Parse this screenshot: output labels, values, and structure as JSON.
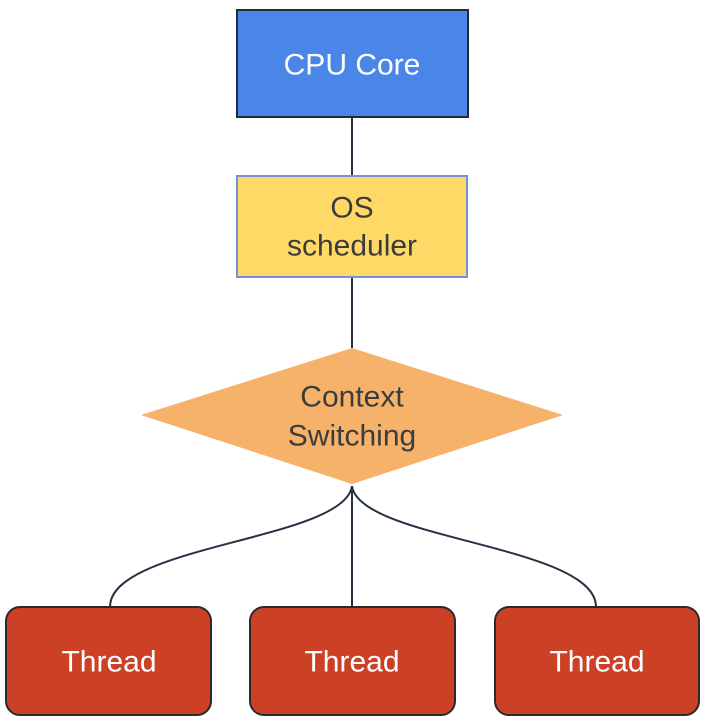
{
  "diagram": {
    "title": "CPU Core scheduling threads via context switching",
    "nodes": {
      "cpu_core": {
        "label": "CPU Core",
        "fill": "#4a86e8",
        "text_color": "#ffffff",
        "shape": "rectangle"
      },
      "os_scheduler": {
        "label_line1": "OS",
        "label_line2": "scheduler",
        "fill": "#ffd966",
        "text_color": "#3c3c3c",
        "shape": "rectangle"
      },
      "context_switching": {
        "label_line1": "Context",
        "label_line2": "Switching",
        "fill": "#f6b26b",
        "text_color": "#3c3c3c",
        "shape": "diamond"
      },
      "threads": [
        {
          "label": "Thread",
          "fill": "#cc4125",
          "text_color": "#ffffff",
          "shape": "rounded-rectangle"
        },
        {
          "label": "Thread",
          "fill": "#cc4125",
          "text_color": "#ffffff",
          "shape": "rounded-rectangle"
        },
        {
          "label": "Thread",
          "fill": "#cc4125",
          "text_color": "#ffffff",
          "shape": "rounded-rectangle"
        }
      ]
    },
    "edges": [
      {
        "from": "cpu_core",
        "to": "os_scheduler",
        "style": "straight"
      },
      {
        "from": "os_scheduler",
        "to": "context_switching",
        "style": "straight"
      },
      {
        "from": "context_switching",
        "to": "threads.0",
        "style": "curved"
      },
      {
        "from": "context_switching",
        "to": "threads.1",
        "style": "straight"
      },
      {
        "from": "context_switching",
        "to": "threads.2",
        "style": "curved"
      }
    ],
    "line_color": "#283142",
    "border_color": "#1f2a3c"
  }
}
